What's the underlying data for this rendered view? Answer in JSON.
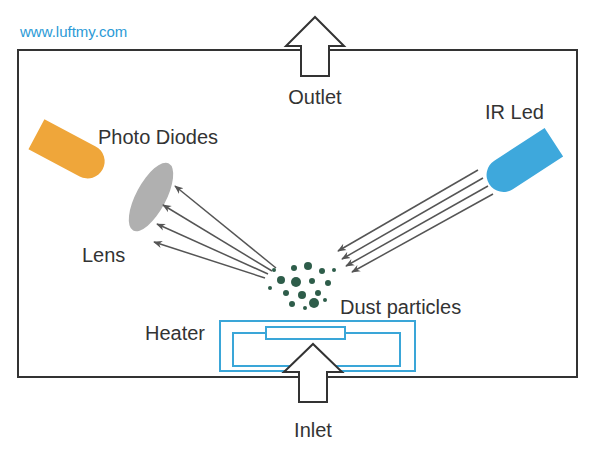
{
  "diagram": {
    "labels": [
      "www.luftmy.com",
      "Outlet",
      "IR Led",
      "Photo Diodes",
      "Lens",
      "Dust particles",
      "Heater",
      "Inlet"
    ]
  }
}
